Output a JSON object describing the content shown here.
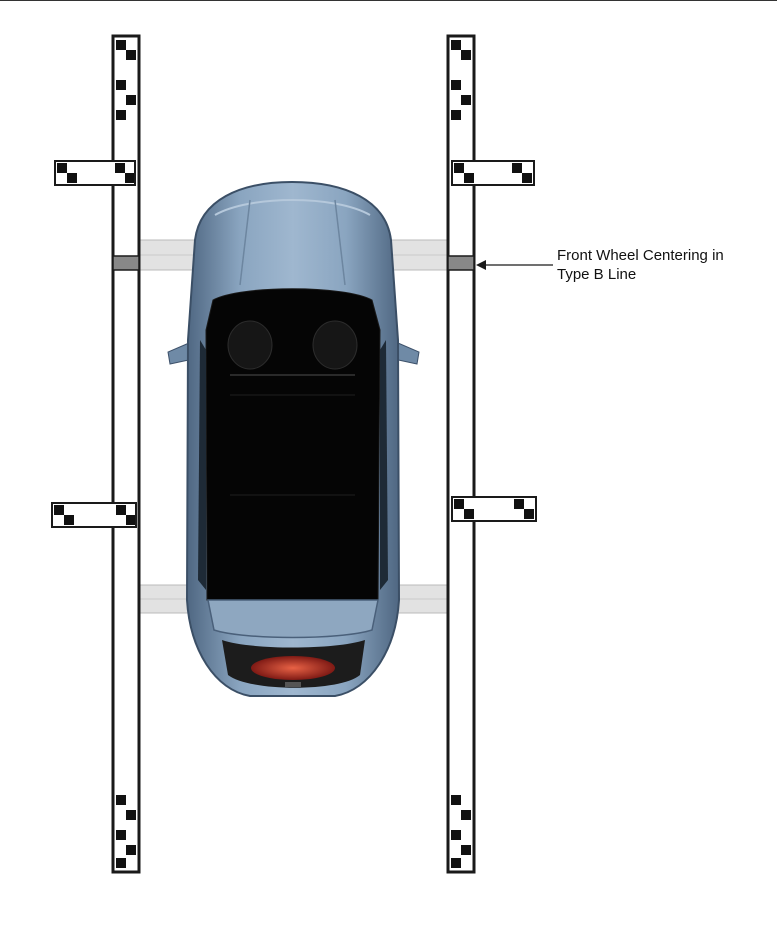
{
  "callout": {
    "line1": "Front Wheel Centering in",
    "line2": "Type B Line"
  },
  "colors": {
    "car_body": "#7f9ab5",
    "car_dark": "#4f6782",
    "glass": "#050505",
    "tail_light": "#d23a2a",
    "rail_stroke": "#1a1a1a",
    "roller": "#dcdcdc"
  },
  "icons": [
    "car-top-view",
    "calibration-rail-left",
    "calibration-rail-right",
    "leader-arrow"
  ]
}
